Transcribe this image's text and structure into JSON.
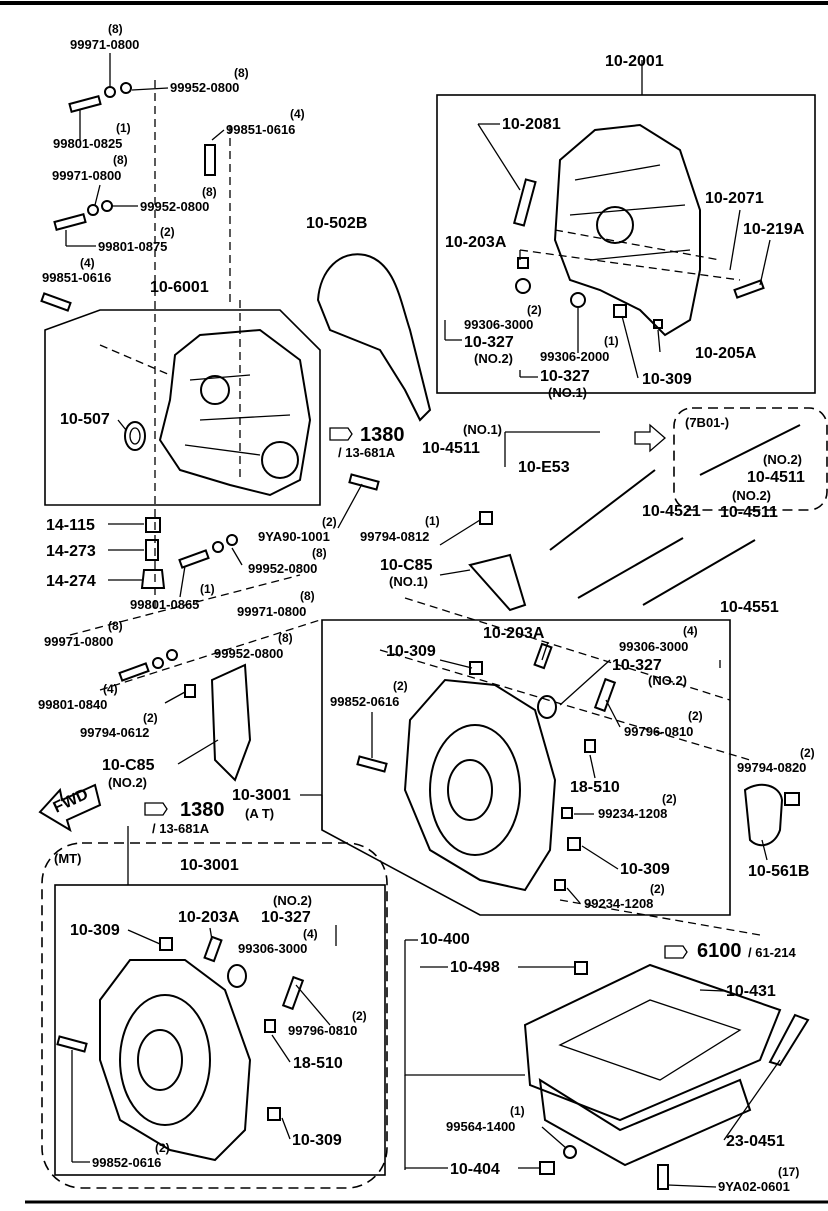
{
  "colors": {
    "ink": "#000000",
    "paper": "#ffffff"
  },
  "icons": {
    "fwd": "fwd-arrow-icon",
    "ref": "pointing-hand-icon"
  },
  "labels": {
    "p99971_0800_a": "99971-0800",
    "q8_a": "(8)",
    "p99952_0800_a": "99952-0800",
    "q8_b": "(8)",
    "p99801_0825": "99801-0825",
    "q1_a": "(1)",
    "p99851_0616_a": "99851-0616",
    "q4_a": "(4)",
    "p99971_0800_b": "99971-0800",
    "q8_c": "(8)",
    "p99952_0800_b": "99952-0800",
    "q8_d": "(8)",
    "p99801_0875": "99801-0875",
    "q2_a": "(2)",
    "p99851_0616_b": "99851-0616",
    "q4_b": "(4)",
    "p10_6001": "10-6001",
    "p10_502B": "10-502B",
    "p10_507": "10-507",
    "p14_115": "14-115",
    "p14_273": "14-273",
    "p14_274": "14-274",
    "p9YA90_1001": "9YA90-1001",
    "q2_b": "(2)",
    "p99952_0800_c": "99952-0800",
    "q8_e": "(8)",
    "p99801_0865": "99801-0865",
    "q1_b": "(1)",
    "p99971_0800_c": "99971-0800",
    "q8_f": "(8)",
    "p99971_0800_d": "99971-0800",
    "q8_g": "(8)",
    "p99952_0800_d": "99952-0800",
    "q8_h": "(8)",
    "p99801_0840": "99801-0840",
    "q4_c": "(4)",
    "p99794_0612": "99794-0612",
    "q2_c": "(2)",
    "p10_C85_2": "10-C85",
    "no2_a": "(NO.2)",
    "ref1380_a": "1380",
    "ref1380_a_sub": "/ 13-681A",
    "ref1380_b": "1380",
    "at": "(A T)",
    "ref1380_b_sub": "/ 13-681A",
    "mt": "(MT)",
    "p10_2001": "10-2001",
    "p10_2081": "10-2081",
    "p10_2071": "10-2071",
    "p10_219A": "10-219A",
    "p10_203A_a": "10-203A",
    "p99306_3000_a": "99306-3000",
    "q2_d": "(2)",
    "p10_327_a": "10-327",
    "no2_b": "(NO.2)",
    "p99306_2000": "99306-2000",
    "q1_c": "(1)",
    "p10_327_b": "10-327",
    "no1_a": "(NO.1)",
    "p10_205A": "10-205A",
    "p10_309_a": "10-309",
    "p7B01": "(7B01-)",
    "p10_4511_a": "10-4511",
    "no1_b": "(NO.1)",
    "p10_E53": "10-E53",
    "p10_4511_b": "10-4511",
    "no2_c": "(NO.2)",
    "p10_4521": "10-4521",
    "p10_4511_c": "10-4511",
    "no2_d": "(NO.2)",
    "p10_4551": "10-4551",
    "p99794_0812": "99794-0812",
    "q1_d": "(1)",
    "p10_C85_1": "10-C85",
    "no1_c": "(NO.1)",
    "p10_203A_b": "10-203A",
    "p99306_3000_b": "99306-3000",
    "q4_d": "(4)",
    "p10_327_c": "10-327",
    "no2_e": "(NO.2)",
    "p10_309_b": "10-309",
    "p99852_0616_a": "99852-0616",
    "q2_e": "(2)",
    "p99796_0810_a": "99796-0810",
    "q2_f": "(2)",
    "p18_510_a": "18-510",
    "p10_3001_a": "10-3001",
    "p99234_1208_a": "99234-1208",
    "q2_g": "(2)",
    "p10_309_c": "10-309",
    "p99234_1208_b": "99234-1208",
    "q2_h": "(2)",
    "p99794_0820": "99794-0820",
    "q2_i": "(2)",
    "p10_561B": "10-561B",
    "p10_3001_b": "10-3001",
    "p10_309_d": "10-309",
    "p10_203A_c": "10-203A",
    "p10_327_d": "10-327",
    "no2_f": "(NO.2)",
    "p99306_3000_c": "99306-3000",
    "q4_e": "(4)",
    "p99796_0810_b": "99796-0810",
    "q2_j": "(2)",
    "p18_510_b": "18-510",
    "p10_309_e": "10-309",
    "p99852_0616_b": "99852-0616",
    "q2_k": "(2)",
    "p10_400": "10-400",
    "ref6100": "6100",
    "ref6100_sub": "/ 61-214",
    "p10_498": "10-498",
    "p10_431": "10-431",
    "p99564_1400": "99564-1400",
    "q1_e": "(1)",
    "p23_0451": "23-0451",
    "p10_404": "10-404",
    "p9YA02_0601": "9YA02-0601",
    "q17": "(17)",
    "fwd": "FWD"
  }
}
